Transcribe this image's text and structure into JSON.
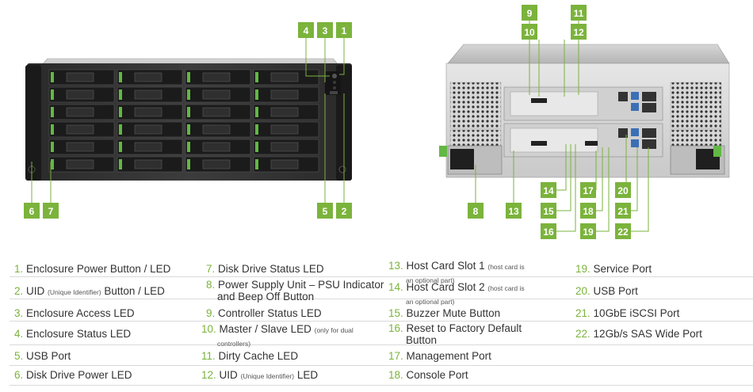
{
  "accent_color": "#7bb33c",
  "callouts": [
    "1",
    "2",
    "3",
    "4",
    "5",
    "6",
    "7",
    "8",
    "9",
    "10",
    "11",
    "12",
    "13",
    "14",
    "15",
    "16",
    "17",
    "18",
    "19",
    "20",
    "21",
    "22"
  ],
  "legend": [
    {
      "num": "1.",
      "text": "Enclosure Power Button / LED",
      "small": ""
    },
    {
      "num": "2.",
      "text": "UID",
      "small": "(Unique Identifier)",
      "text2": "Button / LED"
    },
    {
      "num": "3.",
      "text": "Enclosure Access LED",
      "small": ""
    },
    {
      "num": "4.",
      "text": "Enclosure Status LED",
      "small": ""
    },
    {
      "num": "5.",
      "text": "USB Port",
      "small": ""
    },
    {
      "num": "6.",
      "text": "Disk Drive Power LED",
      "small": ""
    },
    {
      "num": "7.",
      "text": "Disk Drive Status LED",
      "small": ""
    },
    {
      "num": "8.",
      "text": "Power Supply Unit – PSU Indicator",
      "line2": "and Beep Off Button",
      "small": ""
    },
    {
      "num": "9.",
      "text": "Controller Status LED",
      "small": ""
    },
    {
      "num": "10.",
      "text": "Master / Slave LED",
      "small": "(only for dual",
      "small2": "controllers)"
    },
    {
      "num": "11.",
      "text": "Dirty Cache LED",
      "small": ""
    },
    {
      "num": "12.",
      "text": "UID",
      "small": "(Unique Identifier)",
      "text2": "LED"
    },
    {
      "num": "13.",
      "text": "Host Card Slot 1",
      "small": "(host card is",
      "small2": "an optional part)"
    },
    {
      "num": "14.",
      "text": "Host Card Slot 2",
      "small": "(host card is",
      "small2": "an optional part)"
    },
    {
      "num": "15.",
      "text": "Buzzer Mute Button",
      "small": ""
    },
    {
      "num": "16.",
      "text": "Reset to Factory Default",
      "line2": "Button",
      "small": ""
    },
    {
      "num": "17.",
      "text": "Management Port",
      "small": ""
    },
    {
      "num": "18.",
      "text": "Console Port",
      "small": ""
    },
    {
      "num": "19.",
      "text": "Service Port",
      "small": ""
    },
    {
      "num": "20.",
      "text": "USB Port",
      "small": ""
    },
    {
      "num": "21.",
      "text": "10GbE iSCSI Port",
      "small": ""
    },
    {
      "num": "22.",
      "text": "12Gb/s SAS Wide Port",
      "small": ""
    }
  ]
}
